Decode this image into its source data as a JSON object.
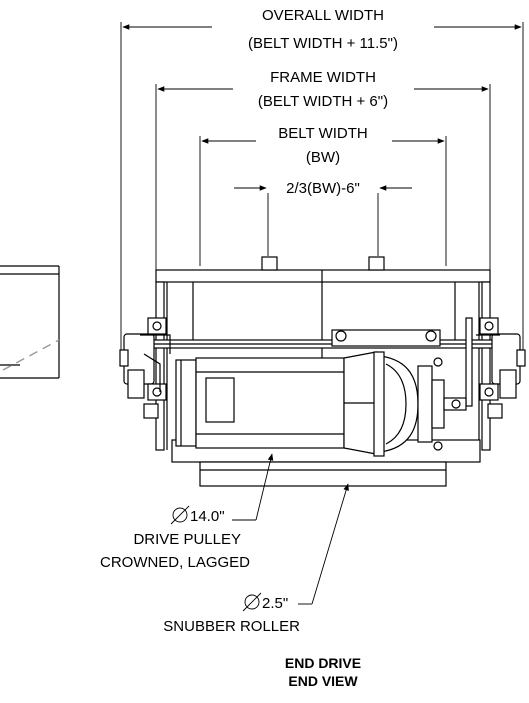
{
  "dimensions": {
    "overall_width": [
      "OVERALL WIDTH",
      "(BELT WIDTH + 11.5\")"
    ],
    "frame_width": [
      "FRAME WIDTH",
      "(BELT WIDTH + 6\")"
    ],
    "belt_width": [
      "BELT WIDTH",
      "(BW)"
    ],
    "spacing": "2/3(BW)-6\""
  },
  "callouts": {
    "drive_pulley": {
      "size": "14.0\"",
      "lines": [
        "DRIVE PULLEY",
        "CROWNED, LAGGED"
      ]
    },
    "snubber_roller": {
      "size": "2.5\"",
      "lines": [
        "SNUBBER ROLLER"
      ]
    }
  },
  "title": [
    "END DRIVE",
    "END VIEW"
  ]
}
